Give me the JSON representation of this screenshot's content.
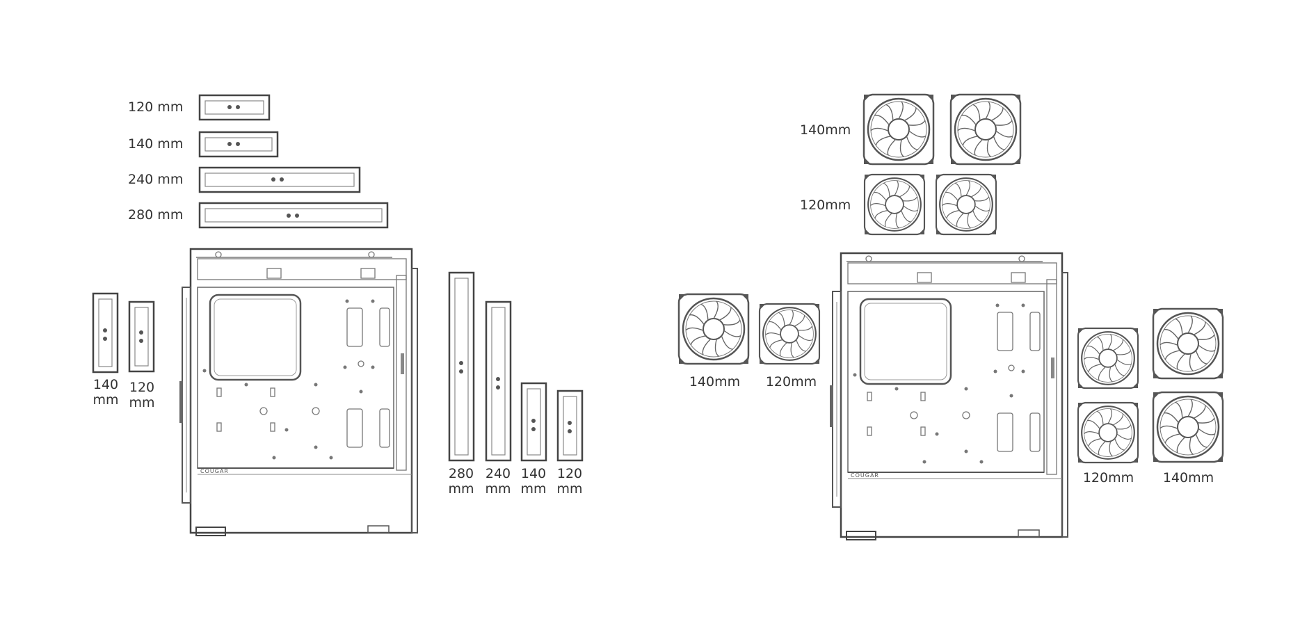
{
  "left_panel": {
    "top_radiators": [
      {
        "label": "120 mm",
        "size": 120
      },
      {
        "label": "140 mm",
        "size": 140
      },
      {
        "label": "240 mm",
        "size": 240
      },
      {
        "label": "280 mm",
        "size": 280
      }
    ],
    "front_radiators": [
      {
        "line1": "140",
        "line2": "mm"
      },
      {
        "line1": "120",
        "line2": "mm"
      }
    ],
    "rear_radiators": [
      {
        "line1": "280",
        "line2": "mm"
      },
      {
        "line1": "240",
        "line2": "mm"
      },
      {
        "line1": "140",
        "line2": "mm"
      },
      {
        "line1": "120",
        "line2": "mm"
      }
    ]
  },
  "right_panel": {
    "top_fans": [
      {
        "label": "140mm"
      },
      {
        "label": "120mm"
      }
    ],
    "rear_fans": [
      {
        "label": "140mm"
      },
      {
        "label": "120mm"
      }
    ],
    "front_fans": [
      {
        "label": "120mm"
      },
      {
        "label": "140mm"
      }
    ]
  },
  "brand_mark": "COUGAR",
  "colors": {
    "line": "#555555",
    "text": "#333333",
    "background": "#ffffff"
  }
}
